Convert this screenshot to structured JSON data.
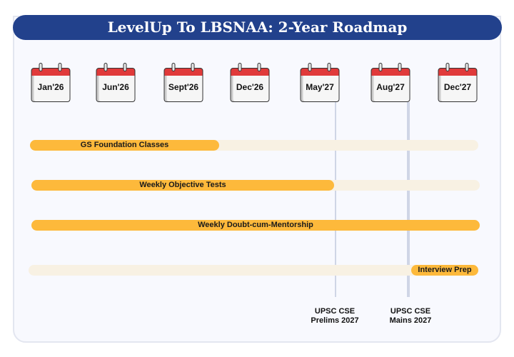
{
  "title": "LevelUp To LBSNAA: 2-Year Roadmap",
  "months": [
    "Jan'26",
    "Jun'26",
    "Sept'26",
    "Dec'26",
    "May'27",
    "Aug'27",
    "Dec'27"
  ],
  "bars": [
    {
      "label": "GS Foundation Classes",
      "progress": 0.42
    },
    {
      "label": "Weekly Objective Tests",
      "progress": 0.67
    },
    {
      "label": "Weekly Doubt-cum-Mentorship",
      "progress": 1.0
    },
    {
      "label": "Interview Prep",
      "start": 0.85,
      "progress": 1.0
    }
  ],
  "milestones": [
    {
      "line1": "UPSC CSE",
      "line2": "Prelims 2027"
    },
    {
      "line1": "UPSC CSE",
      "line2": "Mains 2027"
    }
  ],
  "colors": {
    "header": "#22418c",
    "bar": "#fdb93b",
    "track": "#f8f1e3",
    "calendar": "#e03a3a"
  }
}
